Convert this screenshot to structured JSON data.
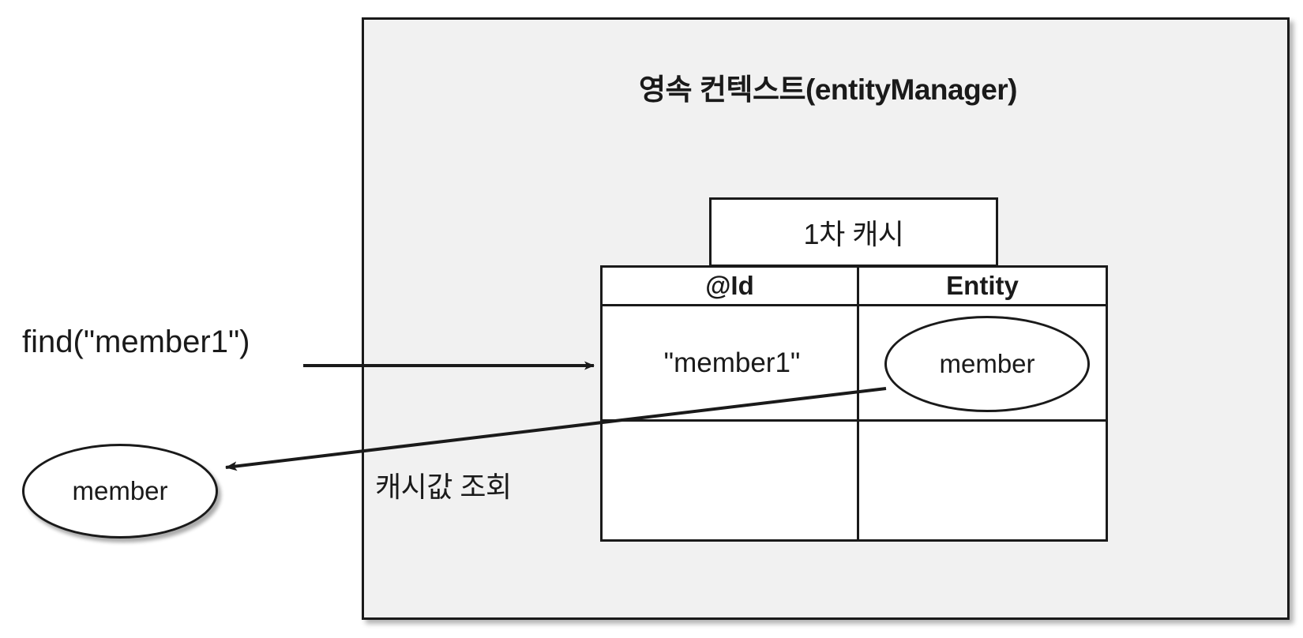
{
  "diagram": {
    "title": "영속 컨텍스트(entityManager)",
    "background_color": "#ffffff",
    "context_fill": "#f1f1f1",
    "stroke_color": "#1a1a1a"
  },
  "cache": {
    "tab_label": "1차 캐시",
    "columns": [
      "@Id",
      "Entity"
    ],
    "rows": [
      {
        "id": "\"member1\"",
        "entity": "member"
      },
      {
        "id": "",
        "entity": ""
      }
    ]
  },
  "flow": {
    "request_label": "find(\"member1\")",
    "lookup_label": "캐시값 조회",
    "returned_entity": "member"
  }
}
